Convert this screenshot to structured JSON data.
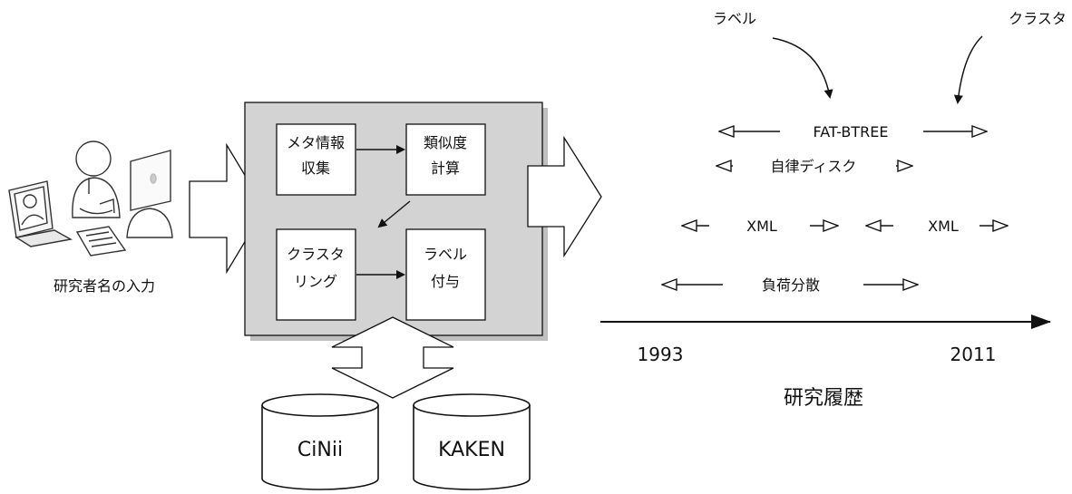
{
  "person": {
    "caption": "研究者名の入力"
  },
  "process": {
    "metadata_line1": "メタ情報",
    "metadata_line2": "収集",
    "similarity_line1": "類似度",
    "similarity_line2": "計算",
    "clustering_line1": "クラスタ",
    "clustering_line2": "リング",
    "labeling_line1": "ラベル",
    "labeling_line2": "付与"
  },
  "databases": {
    "cinii": "CiNii",
    "kaken": "KAKEN"
  },
  "timeline": {
    "annotation_label": "ラベル",
    "annotation_cluster": "クラスタ",
    "clusters": [
      "FAT-BTREE",
      "自律ディスク",
      "XML",
      "XML",
      "負荷分散"
    ],
    "start_year": "1993",
    "end_year": "2011",
    "axis_label": "研究履歴"
  }
}
